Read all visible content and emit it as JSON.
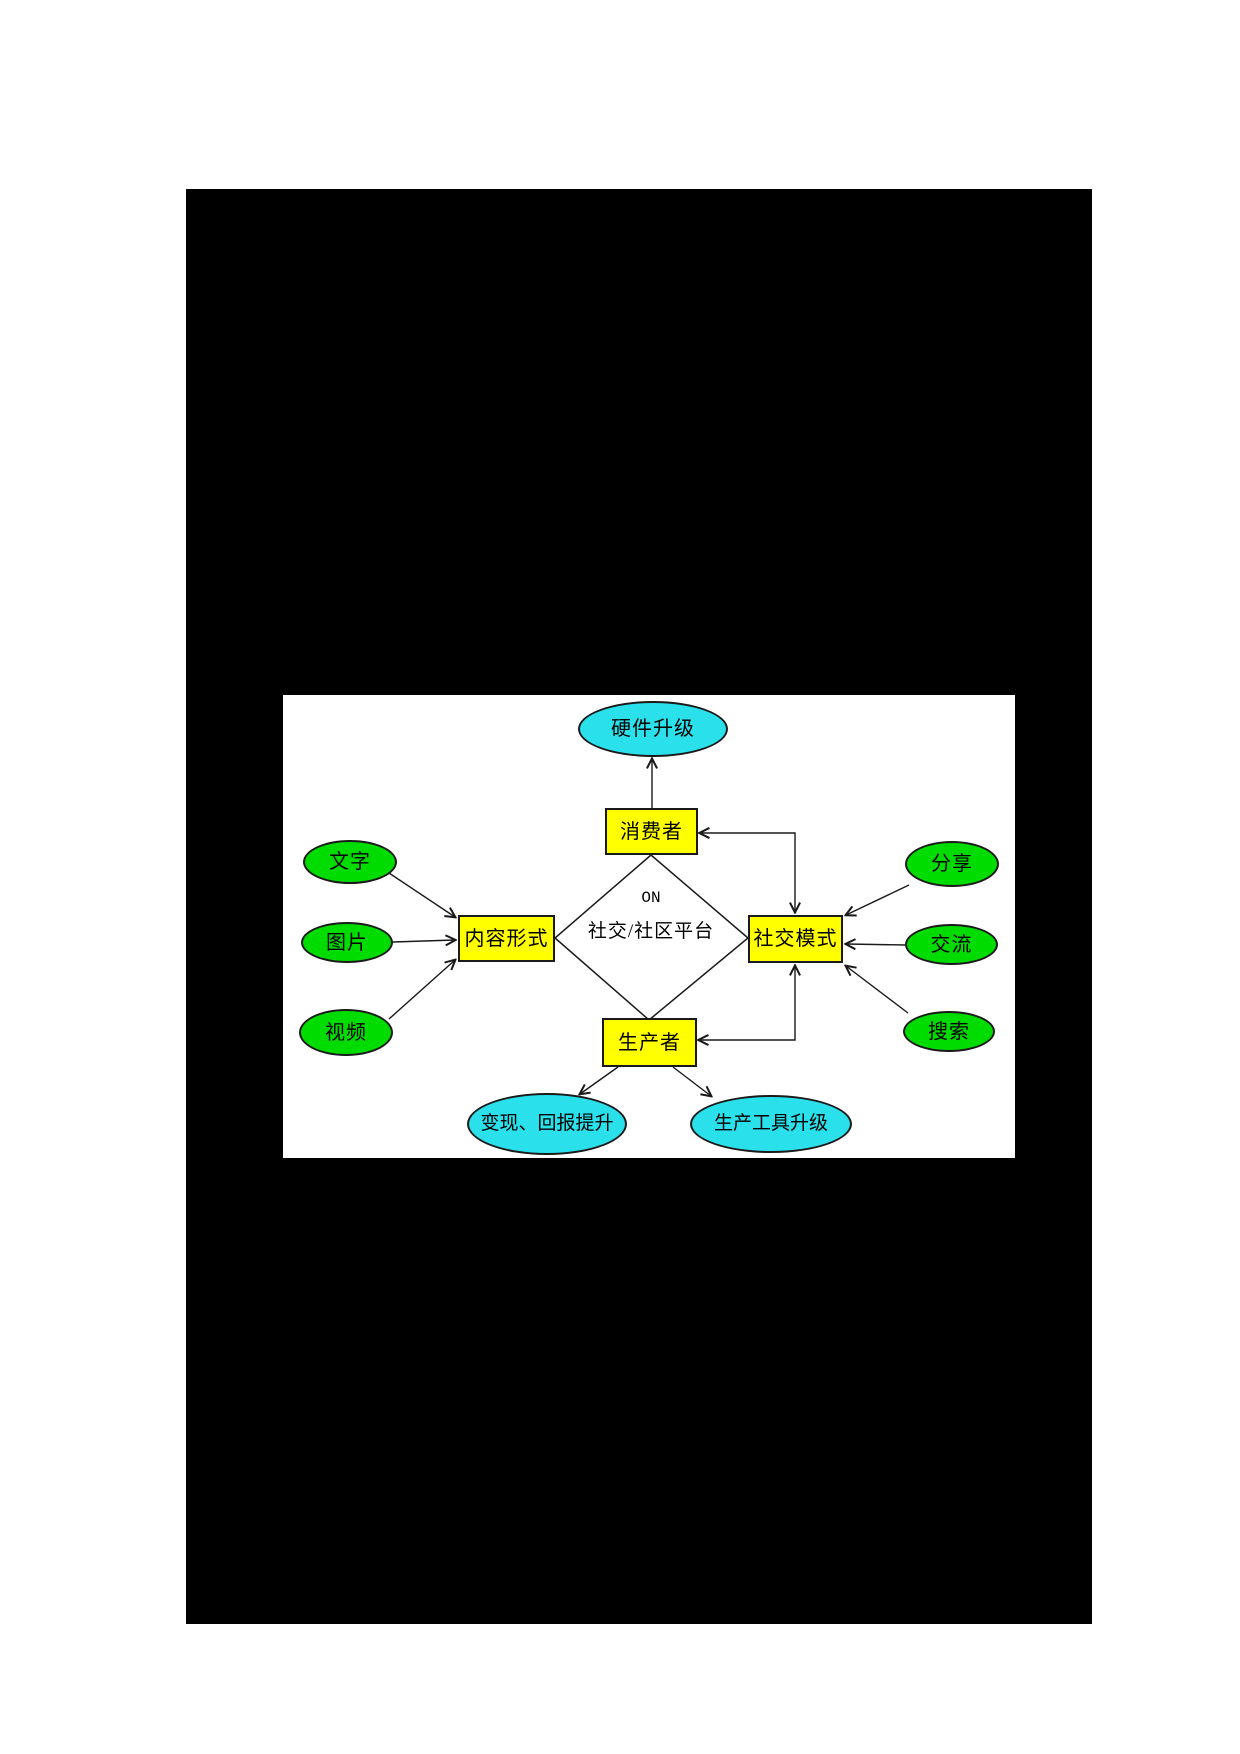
{
  "diagram": {
    "center": {
      "line1": "ON",
      "line2": "社交/社区平台"
    },
    "nodes": {
      "hardware_upgrade": "硬件升级",
      "consumer": "消费者",
      "content_form": "内容形式",
      "social_mode": "社交模式",
      "producer": "生产者",
      "text": "文字",
      "image": "图片",
      "video": "视频",
      "share": "分享",
      "communicate": "交流",
      "search": "搜索",
      "monetization": "变现、回报提升",
      "production_tool": "生产工具升级"
    },
    "colors": {
      "box": "#ffff00",
      "attribute": "#00dc00",
      "outcome": "#2ae0ea",
      "line": "#1a1a1a",
      "page": "#000000",
      "canvas": "#ffffff"
    }
  }
}
